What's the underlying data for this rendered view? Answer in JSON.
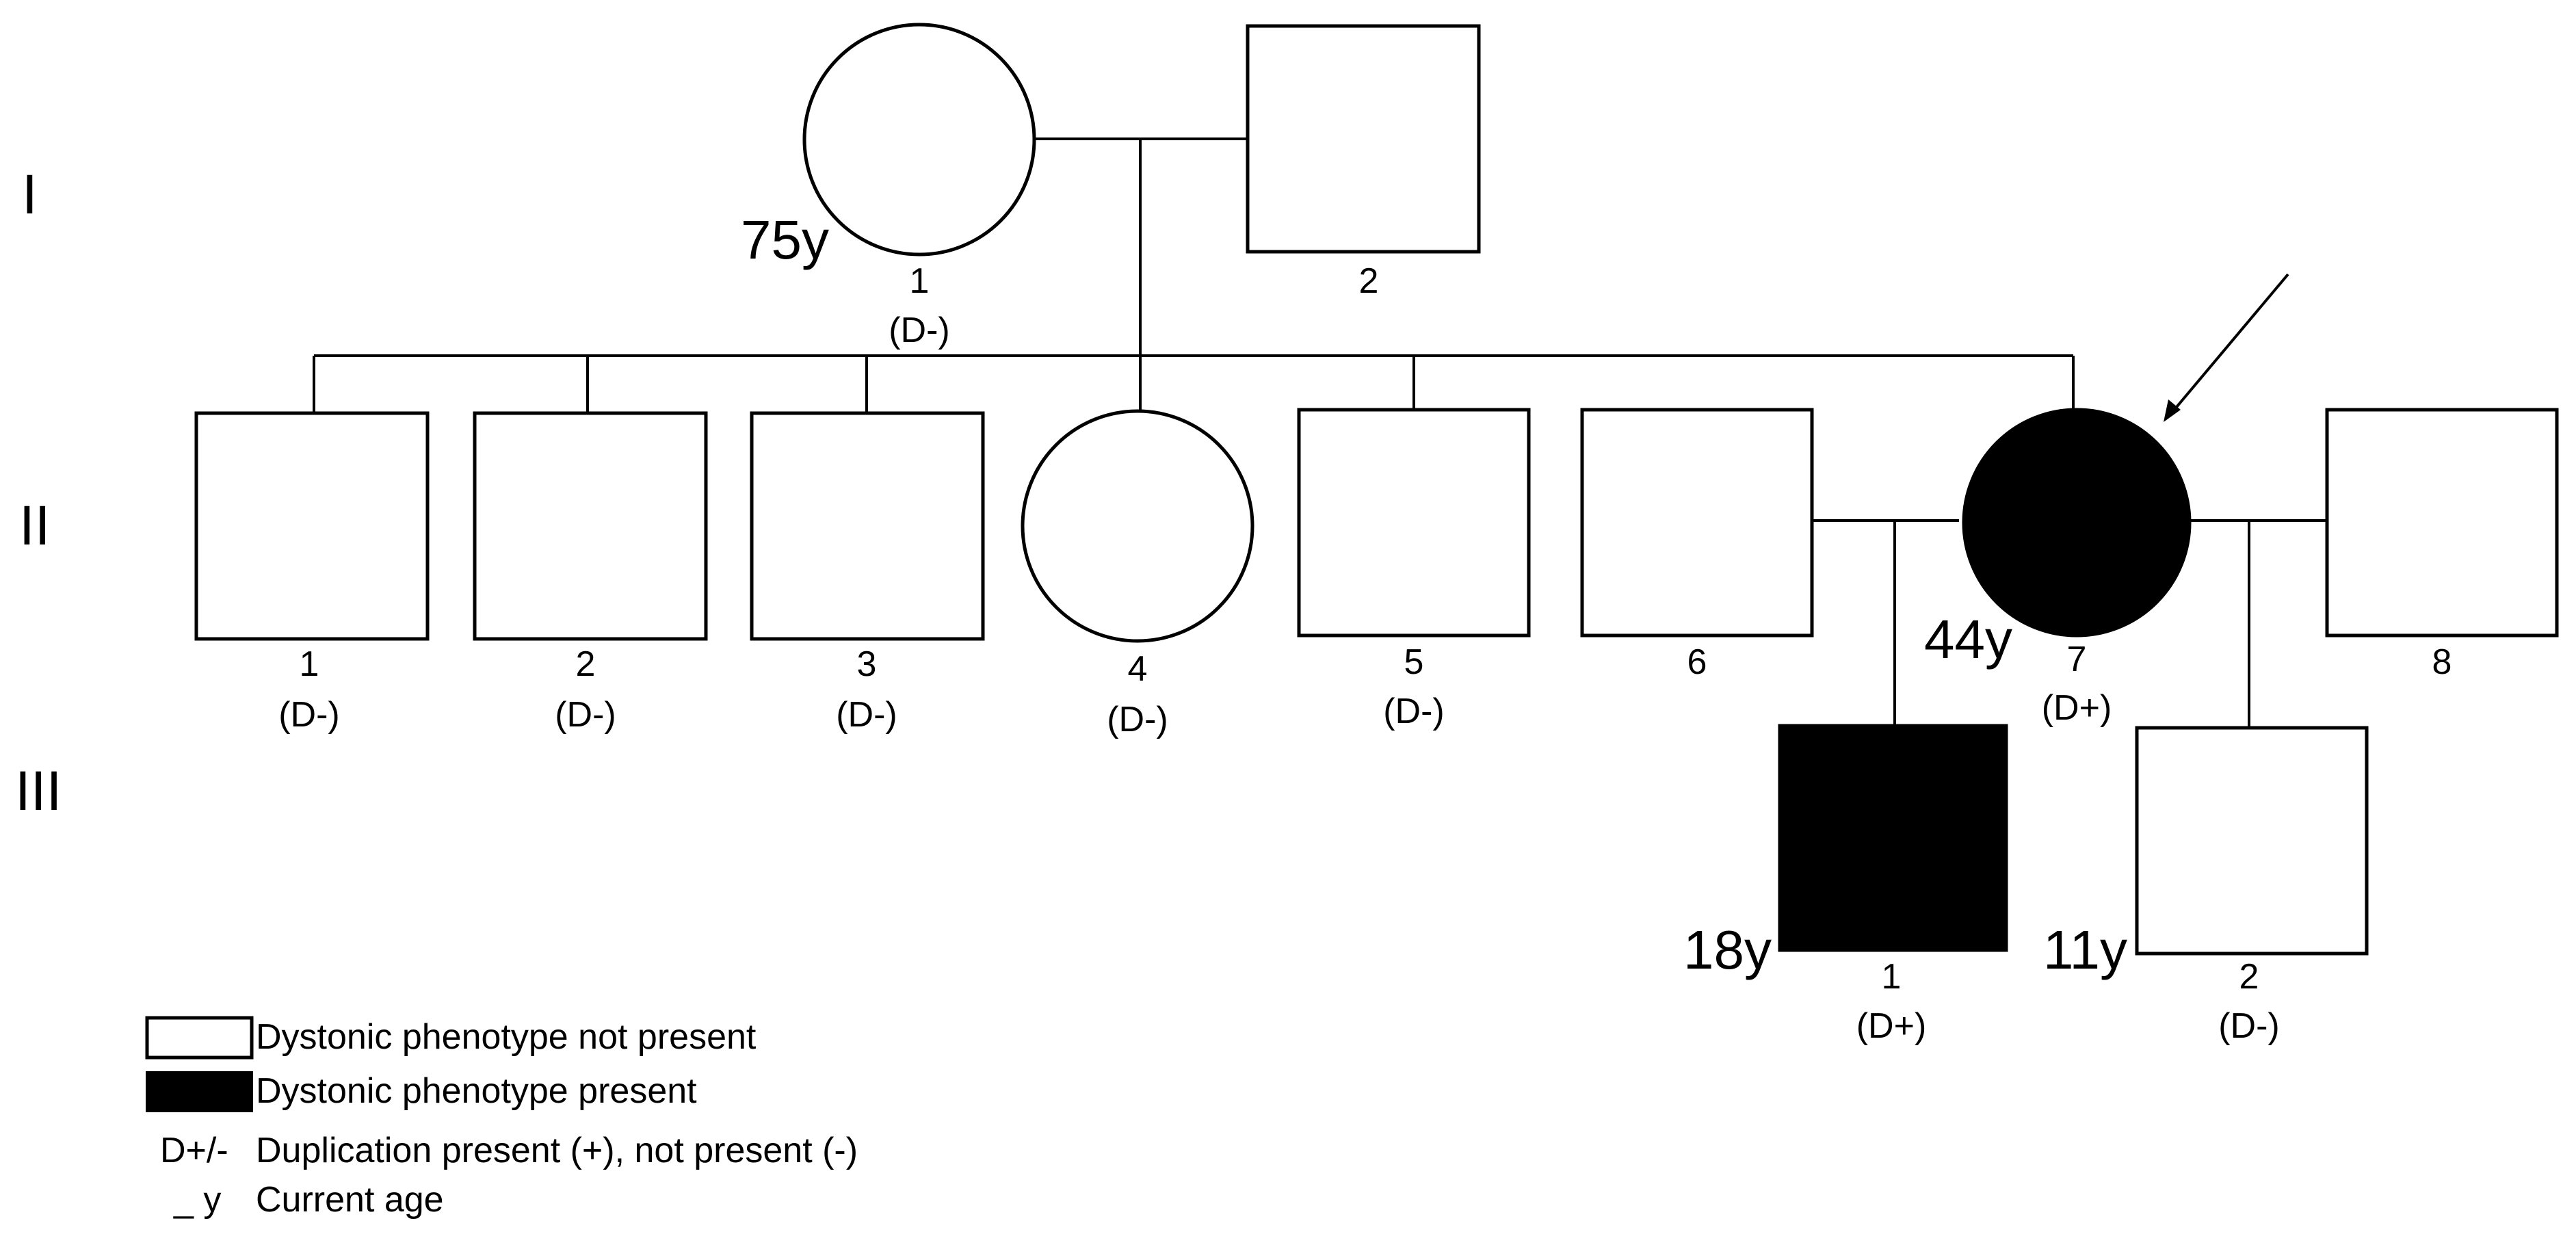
{
  "generations": [
    "I",
    "II",
    "III"
  ],
  "individuals": {
    "I1": {
      "sex": "female",
      "affected": false,
      "number": "1",
      "genotype": "(D-)",
      "age": "75y"
    },
    "I2": {
      "sex": "male",
      "affected": false,
      "number": "2",
      "genotype": "",
      "age": ""
    },
    "II1": {
      "sex": "male",
      "affected": false,
      "number": "1",
      "genotype": "(D-)",
      "age": ""
    },
    "II2": {
      "sex": "male",
      "affected": false,
      "number": "2",
      "genotype": "(D-)",
      "age": ""
    },
    "II3": {
      "sex": "male",
      "affected": false,
      "number": "3",
      "genotype": "(D-)",
      "age": ""
    },
    "II4": {
      "sex": "female",
      "affected": false,
      "number": "4",
      "genotype": "(D-)",
      "age": ""
    },
    "II5": {
      "sex": "male",
      "affected": false,
      "number": "5",
      "genotype": "(D-)",
      "age": ""
    },
    "II6": {
      "sex": "male",
      "affected": false,
      "number": "6",
      "genotype": "",
      "age": ""
    },
    "II7": {
      "sex": "female",
      "affected": true,
      "number": "7",
      "genotype": "(D+)",
      "age": "44y",
      "proband": true
    },
    "II8": {
      "sex": "male",
      "affected": false,
      "number": "8",
      "genotype": "",
      "age": ""
    },
    "III1": {
      "sex": "male",
      "affected": true,
      "number": "1",
      "genotype": "(D+)",
      "age": "18y"
    },
    "III2": {
      "sex": "male",
      "affected": false,
      "number": "2",
      "genotype": "(D-)",
      "age": "11y"
    }
  },
  "legend": {
    "unaffected_label": "Dystonic phenotype not present",
    "affected_label": "Dystonic phenotype present",
    "duplication_symbol": "D+/-",
    "duplication_label": "Duplication present (+), not present (-)",
    "age_symbol": "_ y",
    "age_label": "Current age"
  },
  "colors": {
    "affected_fill": "#000000",
    "unaffected_fill": "#ffffff",
    "stroke": "#000000"
  }
}
